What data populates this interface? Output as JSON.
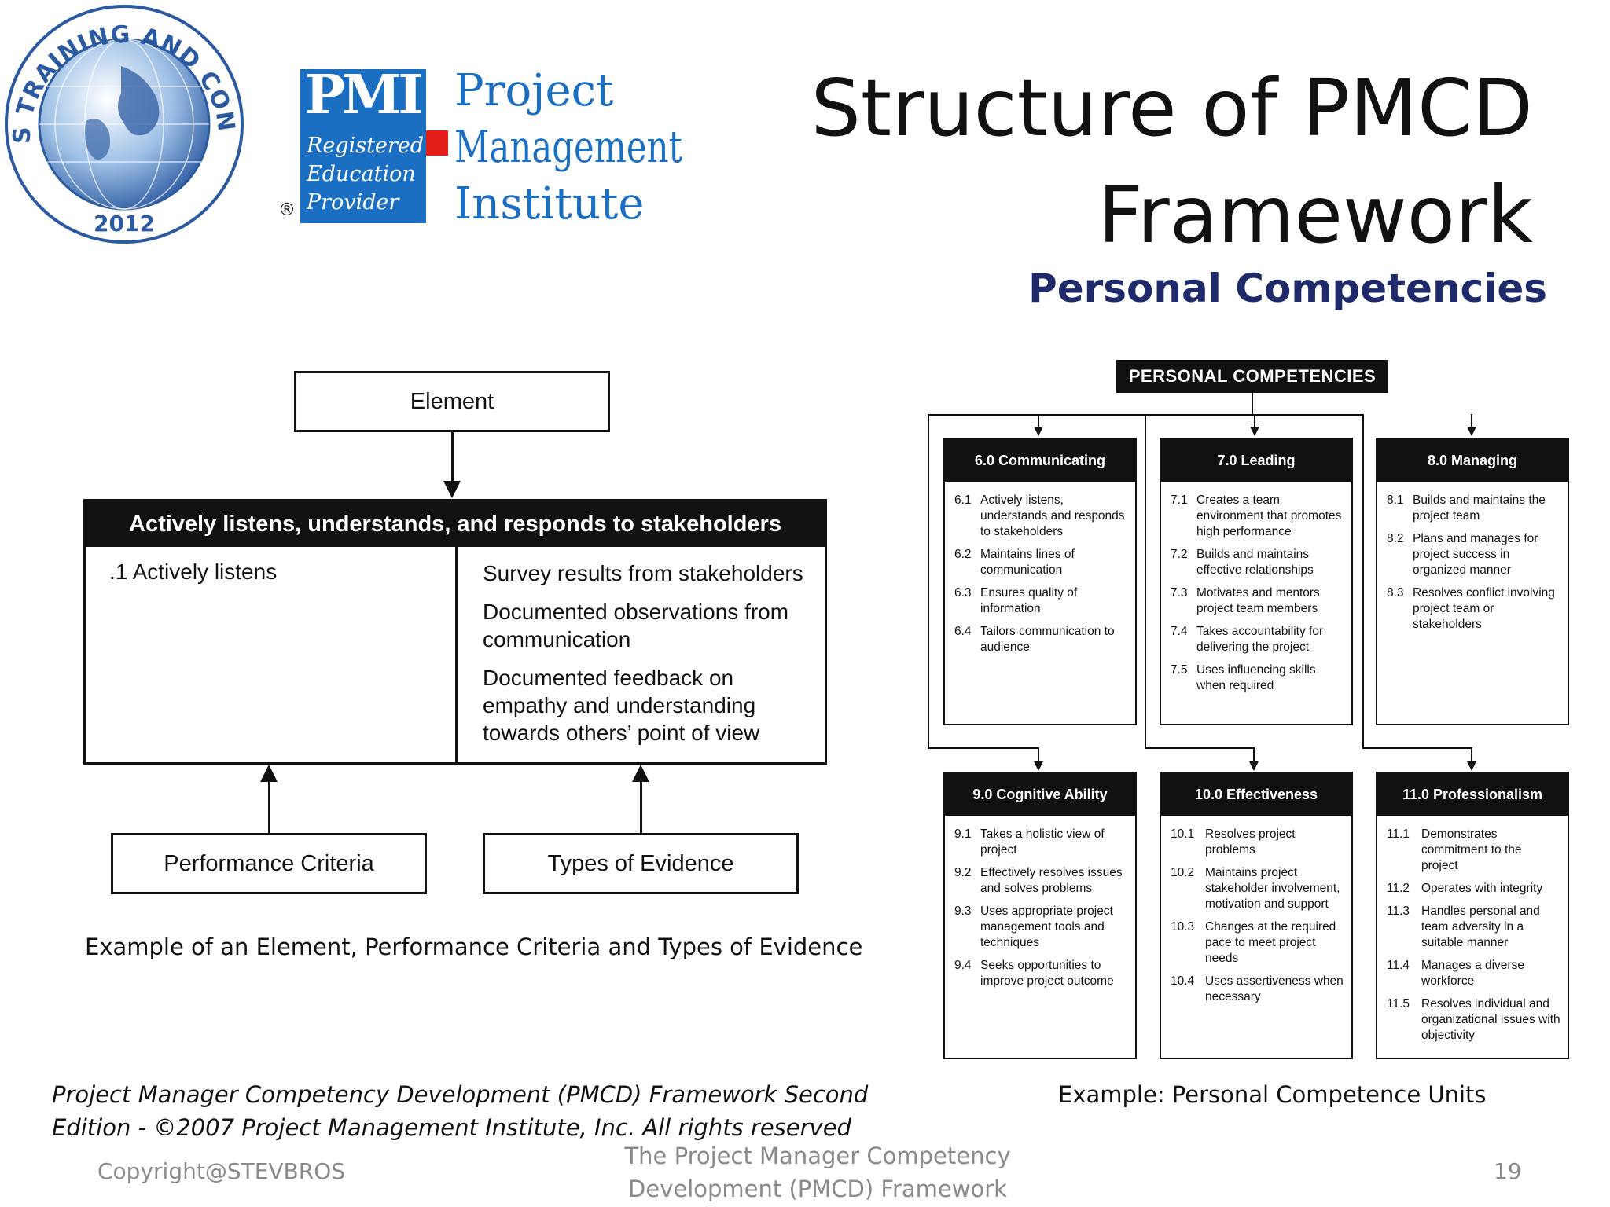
{
  "header": {
    "seal_text": "STEVBROS TRAINING AND CONSULTANCY",
    "seal_year": "2012",
    "pmi_mark": "PMI",
    "pmi_line1": "Project",
    "pmi_line2": "Management",
    "pmi_line3": "Institute",
    "rep_line1": "Registered",
    "rep_line2": "Education",
    "rep_line3": "Provider",
    "registered_symbol": "®",
    "title_line1": "Structure of PMCD",
    "title_line2": "Framework",
    "subtitle": "Personal Competencies"
  },
  "left_diagram": {
    "element_label": "Element",
    "main_header": "Actively listens, understands, and responds to stakeholders",
    "performance_item": ".1 Actively listens",
    "evidence": [
      "Survey results from stakeholders",
      "Documented observations from communication",
      "Documented feedback on empathy and understanding towards others’ point of view"
    ],
    "performance_criteria_label": "Performance Criteria",
    "types_of_evidence_label": "Types of Evidence",
    "caption": "Example of an Element, Performance Criteria and Types of Evidence"
  },
  "right_diagram": {
    "title": "PERSONAL COMPETENCIES",
    "units": [
      {
        "header": "6.0  Communicating",
        "items": [
          {
            "num": "6.1",
            "text": "Actively listens, understands and responds to stakeholders"
          },
          {
            "num": "6.2",
            "text": "Maintains lines of communication"
          },
          {
            "num": "6.3",
            "text": "Ensures quality of information"
          },
          {
            "num": "6.4",
            "text": "Tailors communication to audience"
          }
        ]
      },
      {
        "header": "7.0  Leading",
        "items": [
          {
            "num": "7.1",
            "text": "Creates a team environment that promotes high performance"
          },
          {
            "num": "7.2",
            "text": "Builds and maintains effective relationships"
          },
          {
            "num": "7.3",
            "text": "Motivates and mentors project team members"
          },
          {
            "num": "7.4",
            "text": "Takes accountability for delivering the project"
          },
          {
            "num": "7.5",
            "text": "Uses influencing skills when required"
          }
        ]
      },
      {
        "header": "8.0  Managing",
        "items": [
          {
            "num": "8.1",
            "text": "Builds and maintains the project team"
          },
          {
            "num": "8.2",
            "text": "Plans and manages for project success in organized manner"
          },
          {
            "num": "8.3",
            "text": "Resolves conflict involving project team or stakeholders"
          }
        ]
      },
      {
        "header": "9.0  Cognitive Ability",
        "items": [
          {
            "num": "9.1",
            "text": "Takes a holistic view of project"
          },
          {
            "num": "9.2",
            "text": "Effectively resolves issues and solves problems"
          },
          {
            "num": "9.3",
            "text": "Uses appropriate project management tools and techniques"
          },
          {
            "num": "9.4",
            "text": "Seeks opportunities to improve project outcome"
          }
        ]
      },
      {
        "header": "10.0  Effectiveness",
        "items": [
          {
            "num": "10.1",
            "text": "Resolves project problems"
          },
          {
            "num": "10.2",
            "text": "Maintains project stakeholder involvement, motivation and support"
          },
          {
            "num": "10.3",
            "text": "Changes at the required pace to meet project needs"
          },
          {
            "num": "10.4",
            "text": "Uses assertiveness when necessary"
          }
        ]
      },
      {
        "header": "11.0  Professionalism",
        "items": [
          {
            "num": "11.1",
            "text": "Demonstrates commitment to the project"
          },
          {
            "num": "11.2",
            "text": "Operates with integrity"
          },
          {
            "num": "11.3",
            "text": "Handles personal and team adversity in a suitable manner"
          },
          {
            "num": "11.4",
            "text": "Manages a diverse workforce"
          },
          {
            "num": "11.5",
            "text": "Resolves individual and organizational issues with objectivity"
          }
        ]
      }
    ],
    "caption": "Example: Personal Competence Units"
  },
  "footer": {
    "source_line1": "Project Manager Competency Development (PMCD) Framework Second",
    "source_line2": "Edition - ©2007 Project Management Institute, Inc. All rights reserved",
    "copyright": "Copyright@STEVBROS",
    "title_line1": "The Project Manager Competency",
    "title_line2": "Development (PMCD) Framework",
    "page_number": "19"
  },
  "colors": {
    "subtitle": "#1f2a6b",
    "pmi_blue": "#1a6fc2",
    "pmi_red": "#e31d1a",
    "seal_blue": "#2c5aa0",
    "footer_gray": "#8a8a8a"
  }
}
